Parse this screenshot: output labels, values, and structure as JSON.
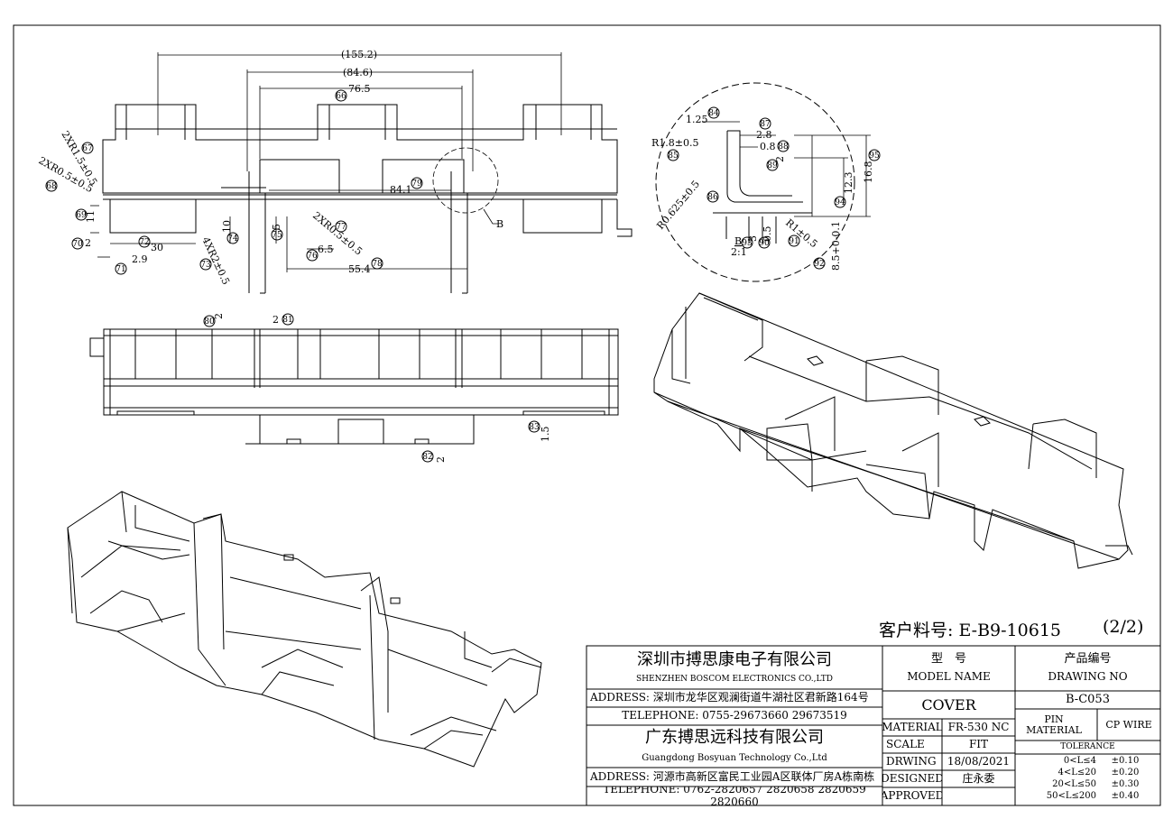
{
  "header": {
    "customer_part_label": "客户料号: E-B9-10615",
    "sheet": "(2/2)"
  },
  "dimensions": {
    "top_view": [
      "(155.2)",
      "(84.6)",
      "76.5",
      "84.1",
      "2XR1.5±0.5",
      "2XR0.5±0.5",
      "11",
      "2",
      "2.9",
      "30",
      "4XR2±0.5",
      "10",
      "5",
      "6.5",
      "2XR0.5±0.5",
      "55.4"
    ],
    "top_view_balloons": [
      "67",
      "68",
      "69",
      "70",
      "71",
      "72",
      "73",
      "74",
      "75",
      "76",
      "77",
      "78",
      "79",
      "66"
    ],
    "detail_b": [
      "1.25",
      "R1.8±0.5",
      "2.8",
      "0.8",
      "2",
      "12.3",
      "16.8",
      "R0.625±0.5",
      "R1±0.5",
      "3",
      "0.5",
      "8.5+0-0.1",
      "B",
      "2:1"
    ],
    "detail_b_balloons": [
      "84",
      "85",
      "87",
      "88",
      "89",
      "86",
      "95",
      "94",
      "90",
      "91",
      "92",
      "93"
    ],
    "detail_label": "B",
    "front_view": [
      "2",
      "2",
      "1.5",
      "2"
    ],
    "front_view_balloons": [
      "80",
      "81",
      "83",
      "82"
    ]
  },
  "title_block": {
    "company_cn": "深圳市搏思康电子有限公司",
    "company_en": "SHENZHEN BOSCOM ELECTRONICS CO.,LTD",
    "address_1": "ADDRESS: 深圳市龙华区观澜街道牛湖社区君新路164号",
    "telephone_1": "TELEPHONE: 0755-29673660 29673519",
    "company2_cn": "广东搏思远科技有限公司",
    "company2_en": "Guangdong Bosyuan Technology Co.,Ltd",
    "address_2": "ADDRESS: 河源市高新区富民工业园A区联体厂房A栋南栋",
    "telephone_2": "TELEPHONE: 0762-2820657 2820658 2820659 2820660",
    "model_name_cn": "型　号",
    "model_name_en": "MODEL NAME",
    "model_value": "COVER",
    "drawing_no_cn": "产品编号",
    "drawing_no_en": "DRAWING NO",
    "drawing_no_value": "B-C053",
    "pin_material_label": "PIN MATERIAL",
    "pin_material_value": "CP WIRE",
    "tolerance_label": "TOLERANCE",
    "tolerance_rows": [
      {
        "range": "0<L≤4",
        "tol": "±0.10"
      },
      {
        "range": "4<L≤20",
        "tol": "±0.20"
      },
      {
        "range": "20<L≤50",
        "tol": "±0.30"
      },
      {
        "range": "50<L≤200",
        "tol": "±0.40"
      }
    ],
    "material_label": "MATERIAL",
    "material_value": "FR-530 NC",
    "scale_label": "SCALE",
    "scale_value": "FIT",
    "drawing_label": "DRWING",
    "drawing_value": "18/08/2021",
    "designed_label": "DESIGNED",
    "designed_value": "庄永委",
    "approved_label": "APPROVED",
    "approved_value": ""
  }
}
